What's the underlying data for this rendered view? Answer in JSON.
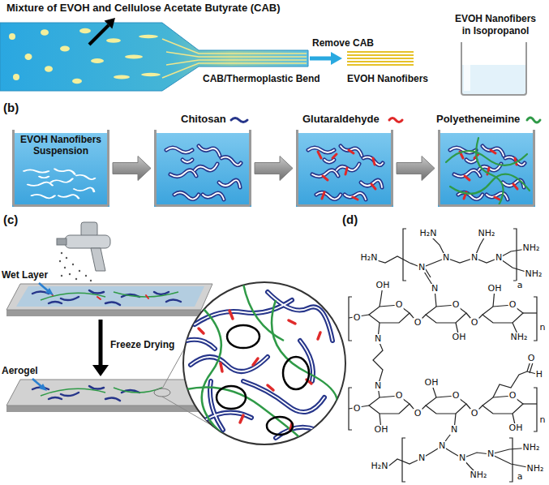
{
  "diagram": {
    "nodes": [
      {
        "text": [
          "EVOH Nanofibers in Isopropanol"
        ]
      },
      {
        "text": [
          "EVOH Nanofibers Suspension"
        ]
      },
      {
        "text": [
          "Chitosan"
        ]
      },
      {
        "text": [
          "Glutaraldehyde"
        ]
      },
      {
        "text": [
          "Polyetheneimine"
        ]
      }
    ],
    "edges": [
      {
        "from": 1,
        "to": 2,
        "arrow": "to"
      },
      {
        "from": 2,
        "to": 3,
        "arrow": "to"
      },
      {
        "from": 3,
        "to": 4,
        "arrow": "to"
      }
    ],
    "labels": [
      "Mixture of EVOH and Cellulose Acetate Butyrate (CAB)",
      "Remove CAB",
      "CAB/Thermoplastic Bend",
      "EVOH Nanofibers",
      "(b)",
      "(c)",
      "Wet Layer",
      "Freeze Drying",
      "Aerogel",
      "(d)",
      "H₂N",
      "H₂N",
      "NH₂",
      "N",
      "N",
      "N",
      "N",
      "NH₂",
      "NH₂",
      "a",
      "O",
      "OH",
      "O",
      "N",
      "O",
      "N",
      "O",
      "OH",
      "O",
      "OH",
      "O",
      "NH₂",
      "n",
      "N",
      "O",
      "O",
      "OH",
      "O",
      "OH",
      "O",
      "N",
      "O",
      "O",
      "O",
      "H",
      "OH",
      "n",
      "N",
      "N",
      "N",
      "N",
      "H₂N",
      "NH₂",
      "NH₂",
      "NH₂",
      "a"
    ]
  }
}
